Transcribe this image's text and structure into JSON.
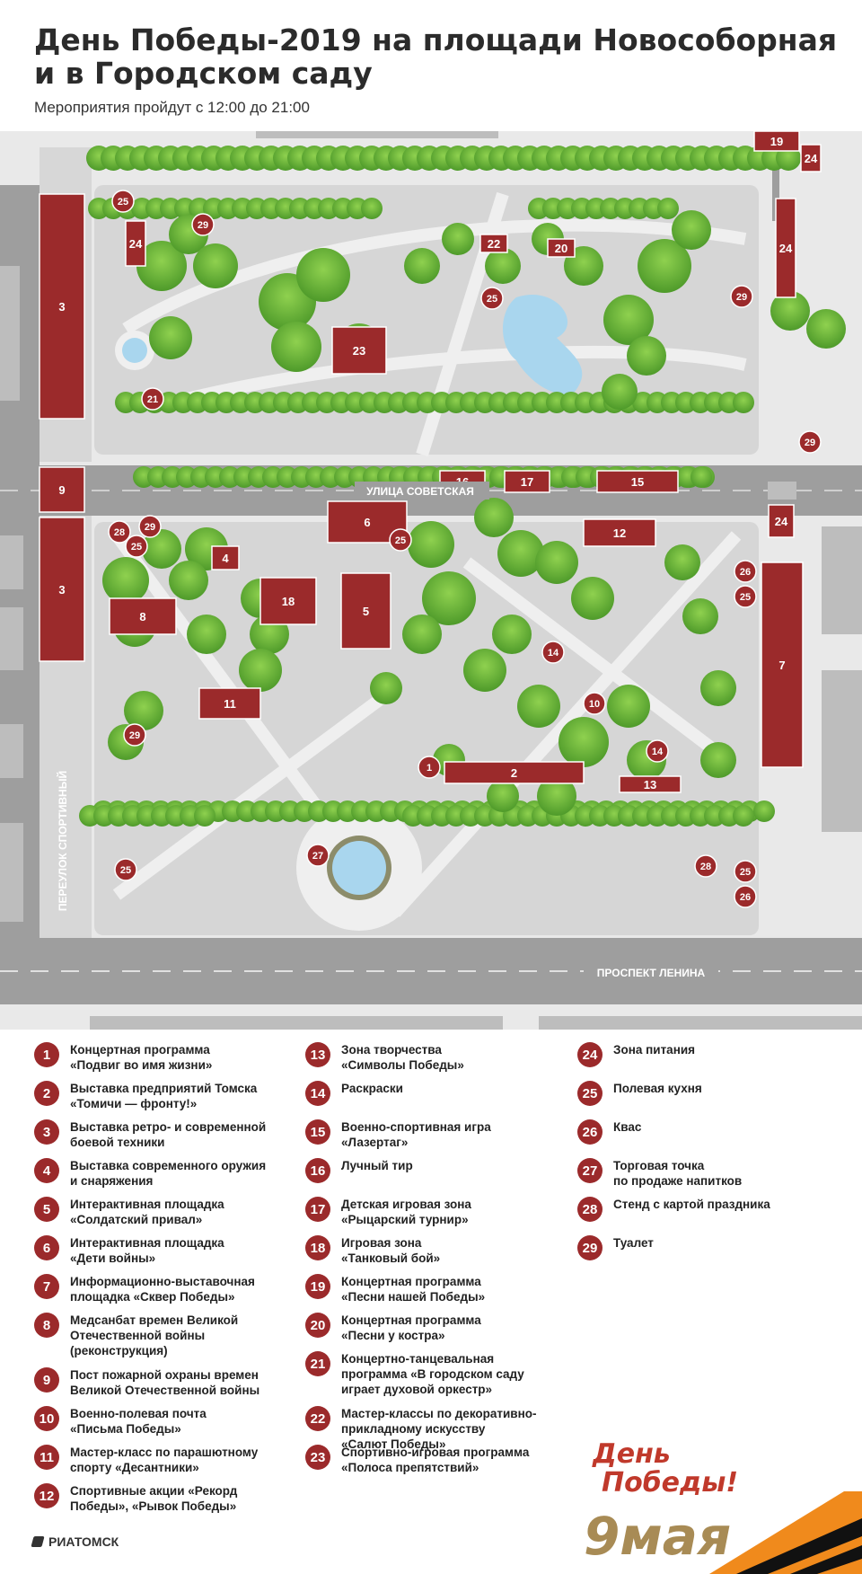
{
  "title": "День Победы-2019 на площади Новособорная и в Городском саду",
  "subtitle": "Мероприятия пройдут с 12:00 до 21:00",
  "streets": {
    "sovetskaya": "УЛИЦА СОВЕТСКАЯ",
    "lenina": "ПРОСПЕКТ ЛЕНИНА",
    "sportivny": "ПЕРЕУЛОК СПОРТИВНЫЙ"
  },
  "colors": {
    "marker": "#9b2a2b",
    "green": "#6bb53a",
    "path": "#d8d8d8",
    "road": "#9a9a9a",
    "water": "#a9d6ee"
  },
  "legend": [
    {
      "n": "1",
      "text": "Концертная программа\n«Подвиг во имя жизни»"
    },
    {
      "n": "2",
      "text": "Выставка предприятий Томска\n«Томичи — фронту!»"
    },
    {
      "n": "3",
      "text": "Выставка ретро- и современной\nбоевой техники"
    },
    {
      "n": "4",
      "text": "Выставка современного оружия\nи снаряжения"
    },
    {
      "n": "5",
      "text": "Интерактивная площадка\n«Солдатский привал»"
    },
    {
      "n": "6",
      "text": "Интерактивная площадка\n«Дети войны»"
    },
    {
      "n": "7",
      "text": "Информационно-выставочная\nплощадка «Сквер Победы»"
    },
    {
      "n": "8",
      "text": "Медсанбат времен Великой\nОтечественной войны\n(реконструкция)"
    },
    {
      "n": "9",
      "text": "Пост пожарной охраны времен\nВеликой Отечественной войны"
    },
    {
      "n": "10",
      "text": "Военно-полевая почта\n«Письма Победы»"
    },
    {
      "n": "11",
      "text": "Мастер-класс по парашютному\nспорту «Десантники»"
    },
    {
      "n": "12",
      "text": "Спортивные акции «Рекорд\nПобеды», «Рывок Победы»"
    },
    {
      "n": "13",
      "text": "Зона творчества\n«Символы Победы»"
    },
    {
      "n": "14",
      "text": "Раскраски"
    },
    {
      "n": "15",
      "text": "Военно-спортивная игра\n«Лазертаг»"
    },
    {
      "n": "16",
      "text": "Лучный тир"
    },
    {
      "n": "17",
      "text": "Детская игровая зона\n«Рыцарский турнир»"
    },
    {
      "n": "18",
      "text": "Игровая зона\n«Танковый бой»"
    },
    {
      "n": "19",
      "text": "Концертная программа\n«Песни нашей Победы»"
    },
    {
      "n": "20",
      "text": "Концертная программа\n«Песни у костра»"
    },
    {
      "n": "21",
      "text": "Концертно-танцевальная\nпрограмма «В городском саду\nиграет духовой оркестр»"
    },
    {
      "n": "22",
      "text": "Мастер-классы по декоративно-\nприкладному искусству\n«Салют Победы»"
    },
    {
      "n": "23",
      "text": "Спортивно-игровая программа\n«Полоса препятствий»"
    },
    {
      "n": "24",
      "text": "Зона питания"
    },
    {
      "n": "25",
      "text": "Полевая кухня"
    },
    {
      "n": "26",
      "text": "Квас"
    },
    {
      "n": "27",
      "text": "Торговая точка\nпо продаже напитков"
    },
    {
      "n": "28",
      "text": "Стенд с картой праздника"
    },
    {
      "n": "29",
      "text": "Туалет"
    }
  ],
  "brand": "РИАТОМСК",
  "logo": {
    "line1": "День",
    "line2": "Победы!",
    "line3": "9мая"
  }
}
